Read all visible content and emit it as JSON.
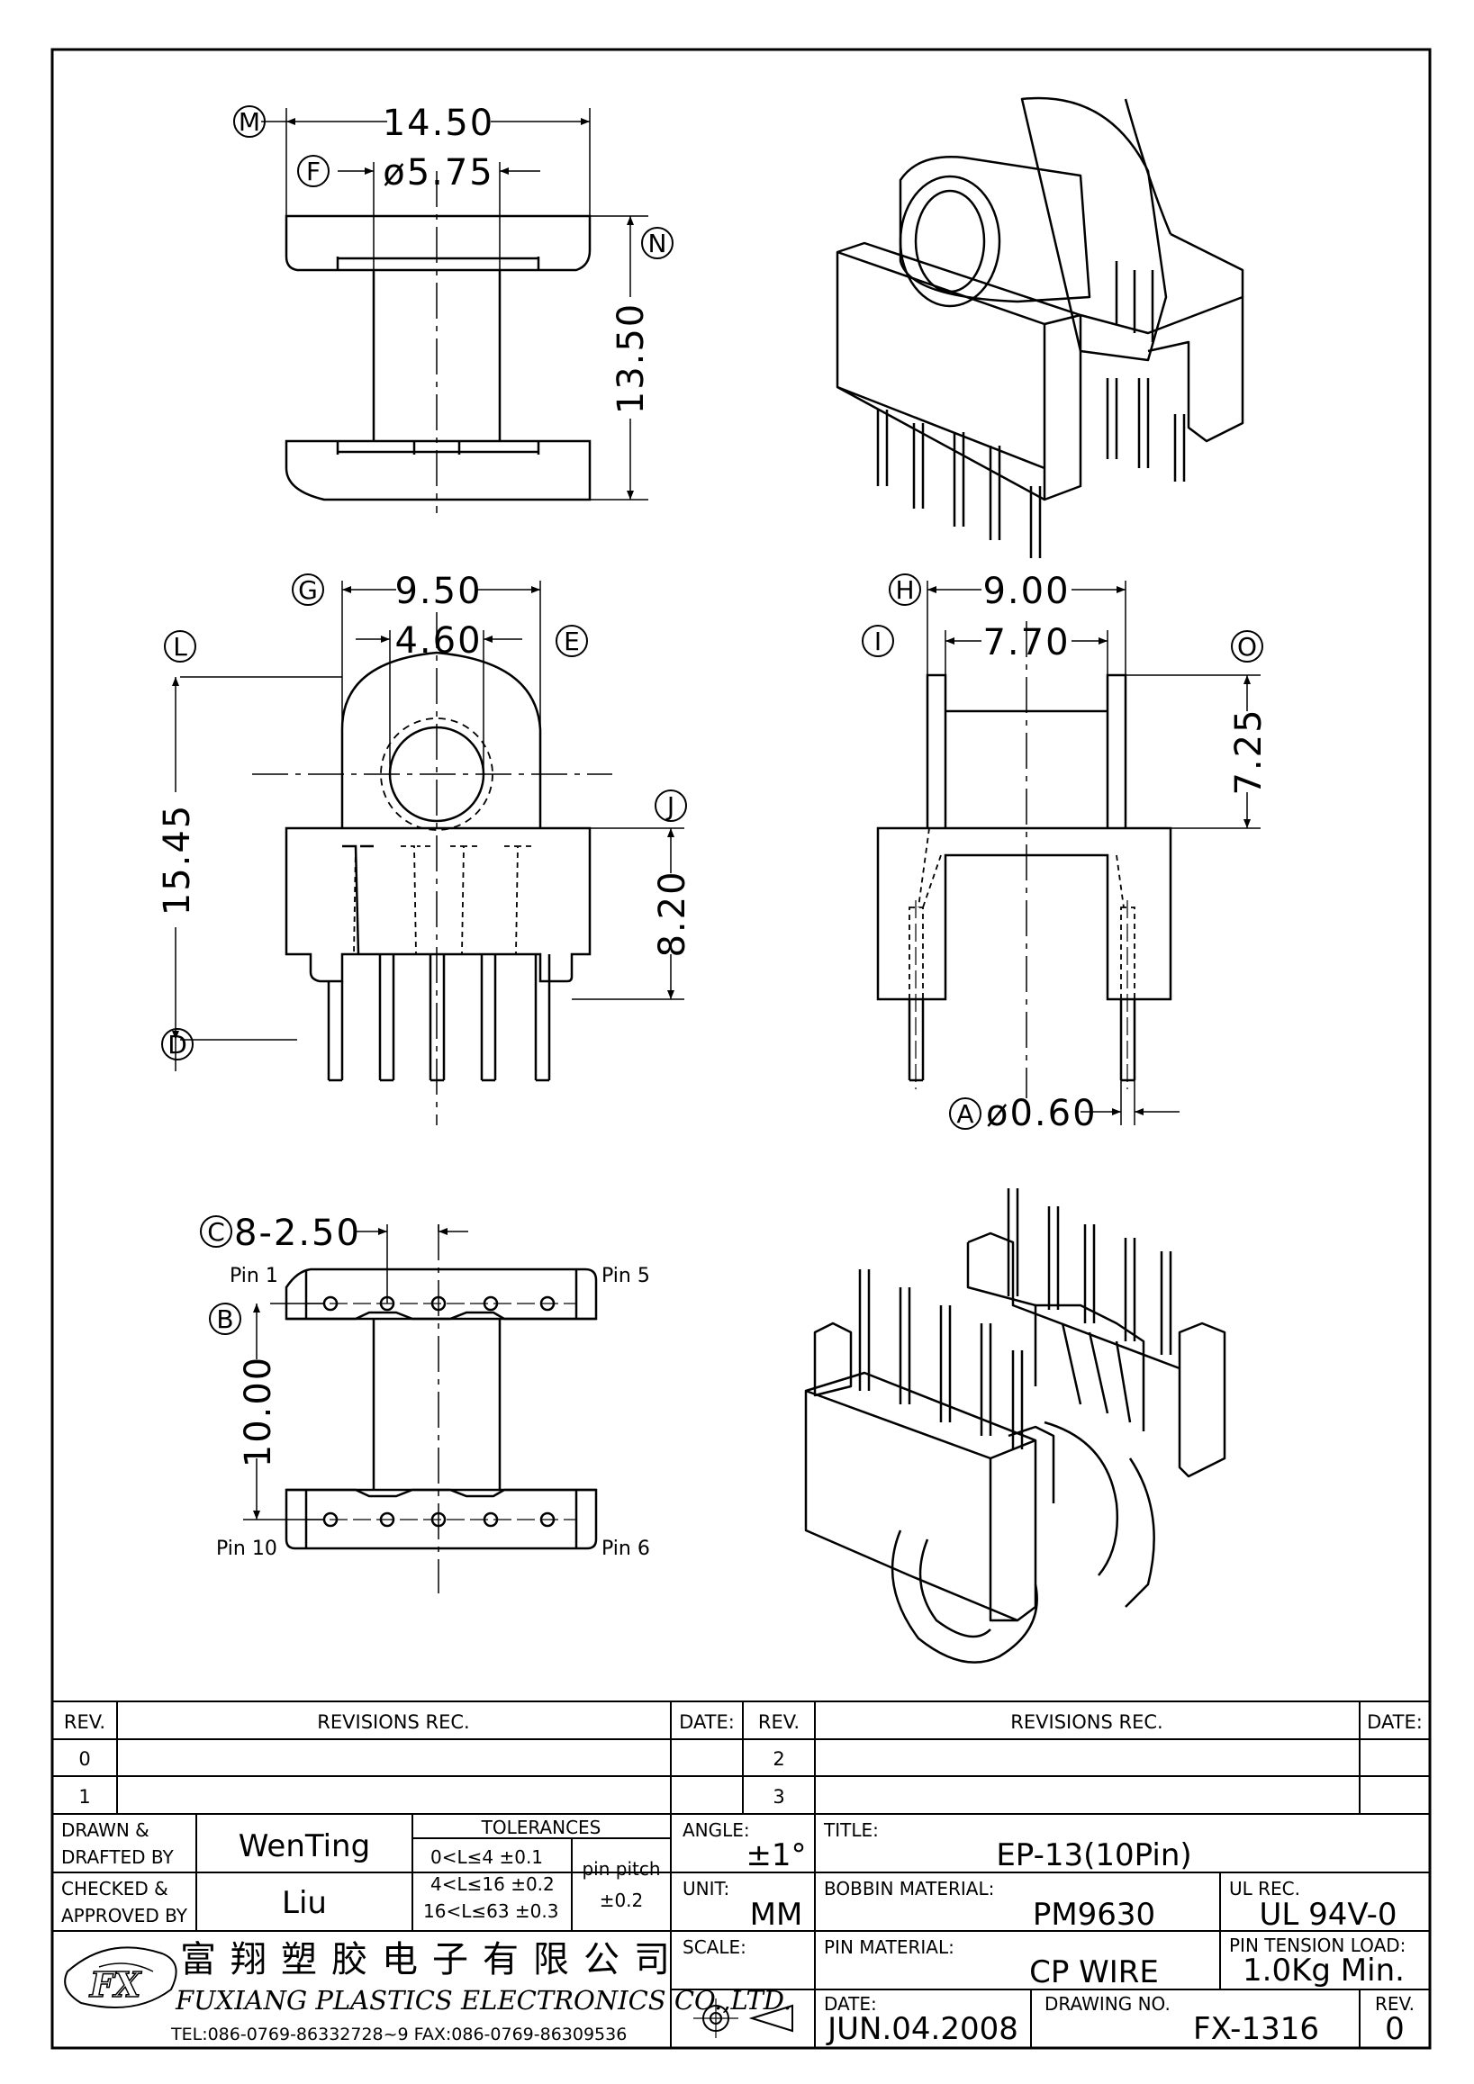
{
  "dimensions": {
    "top_width": "14.50",
    "top_core_dia": "ø5.75",
    "top_height": "13.50",
    "front_outer_width": "9.50",
    "front_inner_width": "4.60",
    "front_total_height": "15.45",
    "front_base_height": "8.20",
    "side_outer_width": "9.00",
    "side_inner_width": "7.70",
    "side_height": "7.25",
    "pin_dia": "ø0.60",
    "pin_pitch": "8-2.50",
    "pin_row_spacing": "10.00"
  },
  "bubbles": {
    "M": "M",
    "F": "F",
    "N": "N",
    "G": "G",
    "L": "L",
    "E": "E",
    "J": "J",
    "D": "D",
    "H": "H",
    "I": "I",
    "O": "O",
    "A": "A",
    "C": "C",
    "B": "B"
  },
  "pins": {
    "pin1": "Pin 1",
    "pin5": "Pin 5",
    "pin10": "Pin 10",
    "pin6": "Pin 6"
  },
  "revisions": {
    "rev_header": "REV.",
    "revisions_header": "REVISIONS    REC.",
    "date_header": "DATE:",
    "rows_left": [
      "0",
      "1"
    ],
    "rows_right": [
      "2",
      "3"
    ]
  },
  "title_block": {
    "drawn_label_1": "DRAWN  &",
    "drawn_label_2": "DRAFTED  BY",
    "drawn_value": "WenTing",
    "checked_label_1": "CHECKED  &",
    "checked_label_2": "APPROVED  BY",
    "checked_value": "Liu",
    "tolerances_label": "TOLERANCES",
    "tol_1": "0<L≤4    ±0.1",
    "tol_2": "4<L≤16  ±0.2",
    "tol_3": "16<L≤63  ±0.3",
    "pin_pitch_label": "pin  pitch",
    "pin_pitch_value": "±0.2",
    "angle_label": "ANGLE:",
    "angle_value": "±1°",
    "unit_label": "UNIT:",
    "unit_value": "MM",
    "scale_label": "SCALE:",
    "title_label": "TITLE:",
    "title_value": "EP-13(10Pin)",
    "bobbin_label": "BOBBIN  MATERIAL:",
    "bobbin_value": "PM9630",
    "ul_label": "UL  REC.",
    "ul_value": "UL  94V-0",
    "pin_material_label": "PIN  MATERIAL:",
    "pin_material_value": "CP  WIRE",
    "pin_tension_label": "PIN  TENSION  LOAD:",
    "pin_tension_value": "1.0Kg  Min.",
    "date_label": "DATE:",
    "date_value": "JUN.04.2008",
    "drawing_no_label": "DRAWING  NO.",
    "drawing_no_value": "FX-1316",
    "rev_label": "REV.",
    "rev_value": "0"
  },
  "company": {
    "logo_text": "FX",
    "name_cn": "富翔塑胶电子有限公司",
    "name_en": "FUXIANG  PLASTICS  ELECTRONICS  CO.,LTD.",
    "contact": "TEL:086-0769-86332728~9   FAX:086-0769-86309536"
  }
}
